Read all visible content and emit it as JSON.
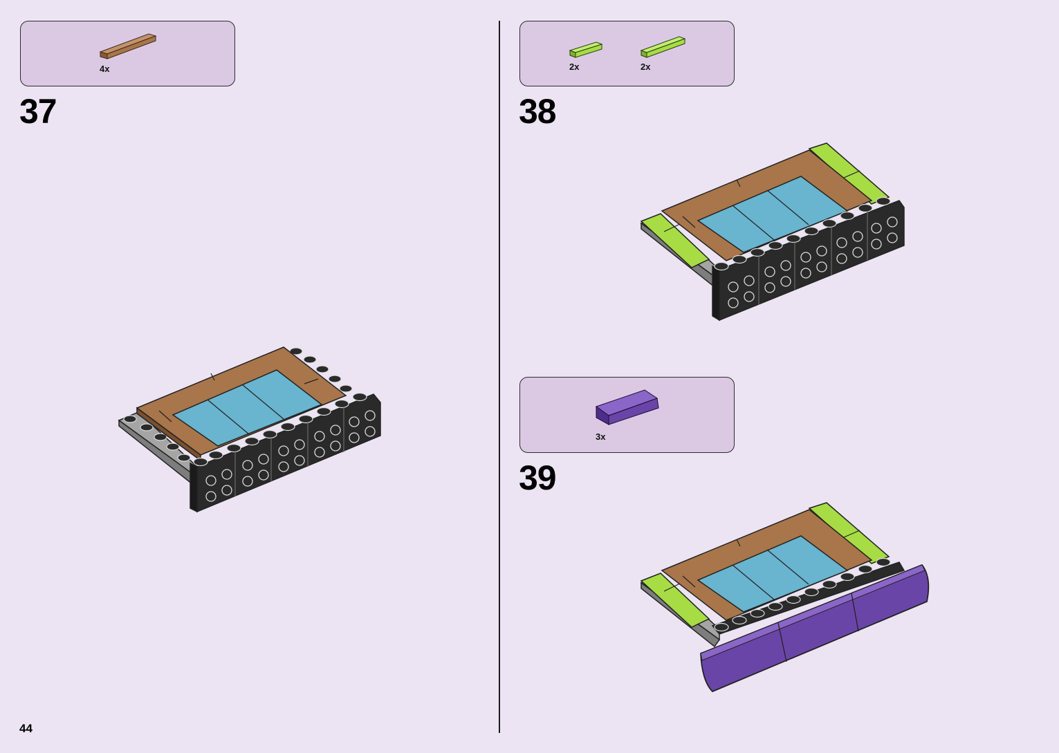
{
  "page": {
    "number": "44",
    "background": "#ece4f3"
  },
  "colors": {
    "brown_tile": "#a8764a",
    "lime_tile": "#a7dc45",
    "purple_slope": "#6a45a8",
    "water_tile": "#69b4cf",
    "black_brick": "#2a2a2a",
    "grey_plate": "#9a9a9a",
    "parts_box": "#dbc9e4"
  },
  "steps": [
    {
      "number": "37",
      "parts": [
        {
          "part": "brown-tile-1x4",
          "qty": "4x"
        }
      ]
    },
    {
      "number": "38",
      "parts": [
        {
          "part": "lime-tile-1x2",
          "qty": "2x"
        },
        {
          "part": "lime-tile-1x4",
          "qty": "2x"
        }
      ]
    },
    {
      "number": "39",
      "parts": [
        {
          "part": "purple-curved-slope",
          "qty": "3x"
        }
      ]
    }
  ]
}
